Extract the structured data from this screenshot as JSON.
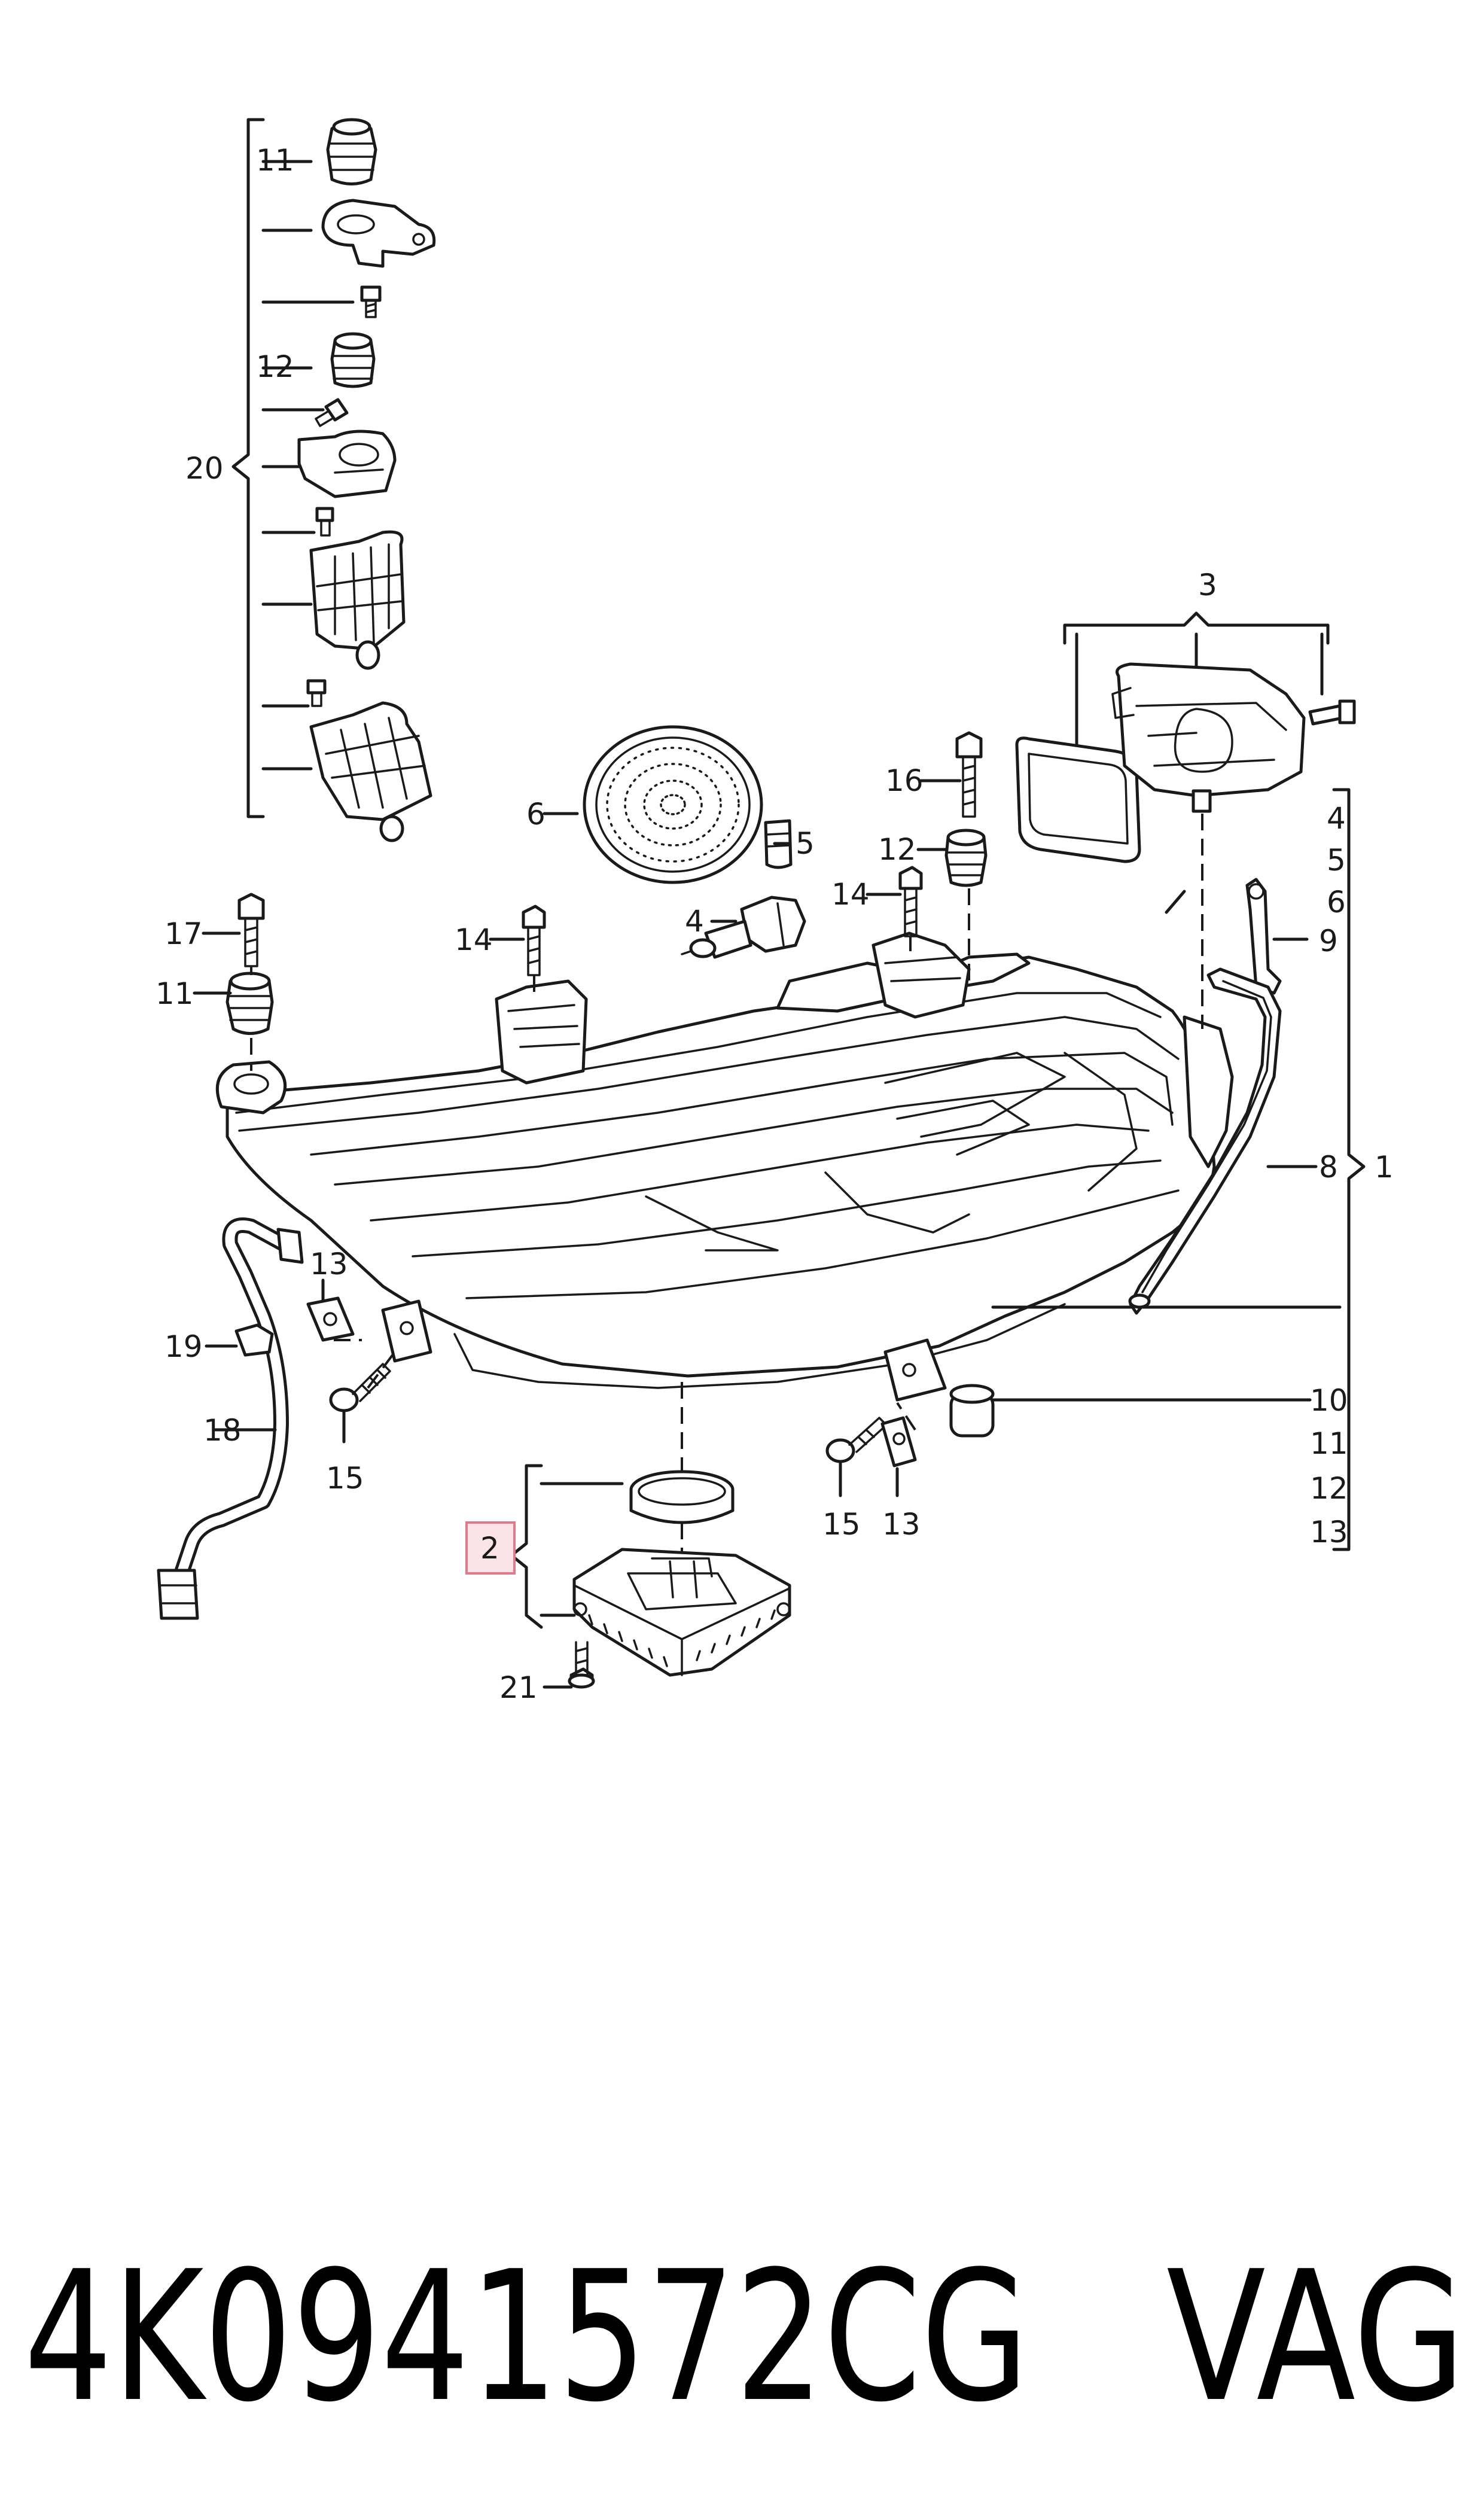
{
  "labels": {
    "p1": "1",
    "p2": "2",
    "p3": "3",
    "p4a": "4",
    "p4b": "4",
    "p5a": "5",
    "p5b": "5",
    "p6a": "6",
    "p6b": "6",
    "p8": "8",
    "p9": "9",
    "p10": "10",
    "p11a": "11",
    "p11b": "11",
    "p11c": "11",
    "p12a": "12",
    "p12b": "12",
    "p12c": "12",
    "p13a": "13",
    "p13b": "13",
    "p13c": "13",
    "p14a": "14",
    "p14b": "14",
    "p15a": "15",
    "p15b": "15",
    "p16": "16",
    "p17": "17",
    "p18": "18",
    "p19": "19",
    "p20": "20",
    "p21": "21"
  },
  "highlight": {
    "part": "2",
    "border_color": "#e07a8a",
    "fill_color": "#fbe3e7"
  },
  "footer": {
    "part_number": "4K0941572CG",
    "brand": "VAG"
  }
}
